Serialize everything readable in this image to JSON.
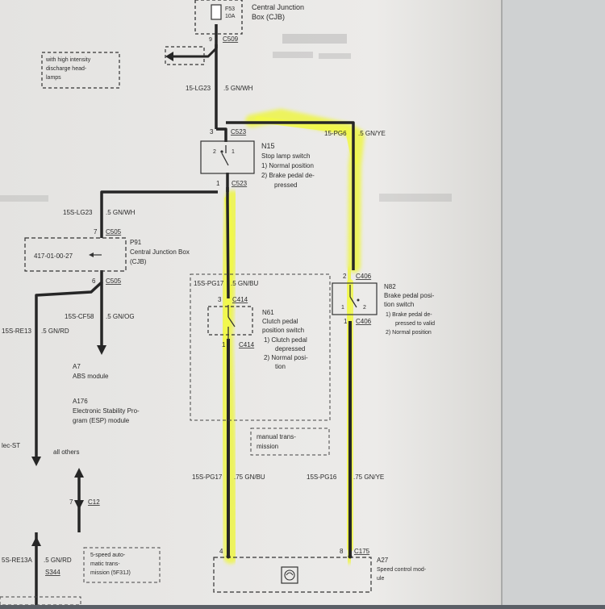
{
  "top_box": {
    "fuse_label": "F53",
    "fuse_rating": "10A",
    "name_line1": "Central Junction",
    "name_line2": "Box (CJB)",
    "pin": "9",
    "connector": "C509"
  },
  "hid_note": {
    "line1": "with high intensity",
    "line2": "discharge head-",
    "line3": "lamps"
  },
  "wire_top": {
    "circuit": "15-LG23",
    "spec": ".5 GN/WH"
  },
  "n15": {
    "pin_top": "3",
    "conn_top": "C523",
    "pin_bottom": "1",
    "conn_bottom": "C523",
    "code": "N15",
    "name": "Stop lamp switch",
    "opt1": "1)   Normal position",
    "opt2a": "2)   Brake pedal de-",
    "opt2b": "pressed",
    "contact_a": "2",
    "contact_b": "1"
  },
  "wire_pg6": {
    "circuit": "15-PG6",
    "spec": ".5 GN/YE"
  },
  "wire_lg23": {
    "circuit": "15S-LG23",
    "spec": ".5 GN/WH"
  },
  "p91": {
    "pin_top": "7",
    "conn_top": "C505",
    "ref": "417-01-00-27",
    "code": "P91",
    "name_line1": "Central Junction Box",
    "name_line2": "(CJB)",
    "pin_bottom": "6",
    "conn_bottom": "C505"
  },
  "wire_cf58": {
    "circuit": "15S-CF58",
    "spec": ".5 GN/OG"
  },
  "wire_re13": {
    "circuit": "15S-RE13",
    "spec": ".5 GN/RD"
  },
  "a7": {
    "code": "A7",
    "name": "ABS module"
  },
  "a176": {
    "code": "A176",
    "line1": "Electronic Stability Pro-",
    "line2": "gram (ESP) module"
  },
  "left_labels": {
    "lec": "lec-ST",
    "all_others": "all others",
    "c12_pin": "7",
    "c12": "C12"
  },
  "n61": {
    "wire_circuit": "15S-PG17",
    "wire_spec": ".5 GN/BU",
    "pin_top": "3",
    "conn_top": "C414",
    "code": "N61",
    "name_line1": "Clutch pedal",
    "name_line2": "position switch",
    "opt1a": "1)  Clutch pedal",
    "opt1b": "depressed",
    "opt2a": "2)  Normal posi-",
    "opt2b": "tion",
    "pin_bottom": "1",
    "conn_bottom": "C414"
  },
  "manual_note": {
    "line1": "manual trans-",
    "line2": "mission"
  },
  "n82": {
    "pin_top": "2",
    "conn_top": "C406",
    "code": "N82",
    "name_line1": "Brake pedal posi-",
    "name_line2": "tion switch",
    "opt1a": "1)  Brake pedal de-",
    "opt1b": "pressed to valid",
    "opt2": "2)  Normal position",
    "pin_bottom": "1",
    "conn_bottom": "C406",
    "contact_a": "1",
    "contact_b": "2"
  },
  "wire_pg17": {
    "circuit": "15S-PG17",
    "spec": ".75 GN/BU"
  },
  "wire_pg16": {
    "circuit": "15S-PG16",
    "spec": ".75 GN/YE"
  },
  "bottom_left": {
    "circuit": "5S-RE13A",
    "spec": ".5 GN/RD",
    "splice": "S344",
    "auto_line1": "5-speed auto-",
    "auto_line2": "matic trans-",
    "auto_line3": "mission (5F31J)"
  },
  "a27": {
    "pin_left": "4",
    "pin_right": "8",
    "conn": "C175",
    "code": "A27",
    "line1": "Speed control mod-",
    "line2": "ule"
  },
  "colors": {
    "paper": "#e9e8e6",
    "wire": "#262626",
    "highlight": "#e6f53a",
    "background": "#5a5f66"
  }
}
